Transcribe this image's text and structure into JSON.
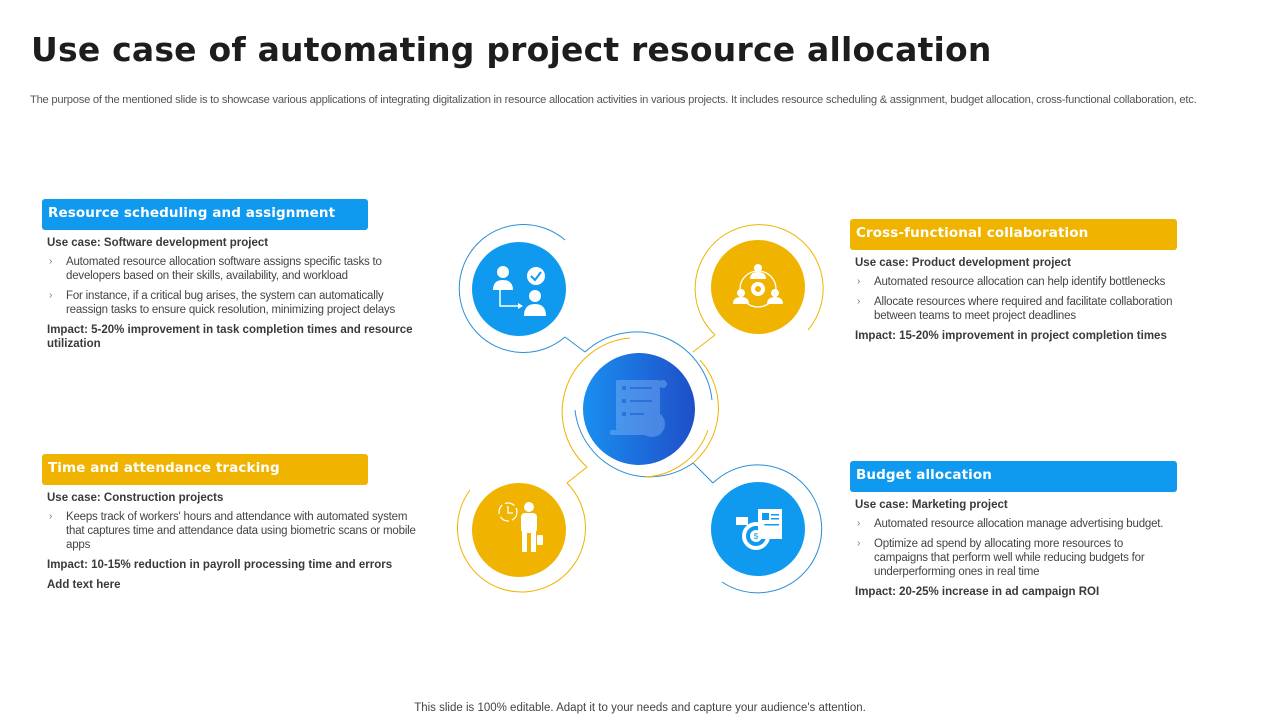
{
  "slide": {
    "title": "Use case of automating project resource allocation",
    "subtitle": "The purpose of the mentioned slide is to showcase various applications of integrating digitalization in resource allocation activities in various projects. It includes resource scheduling & assignment, budget allocation, cross-functional collaboration, etc.",
    "footer": "This slide is 100% editable. Adapt it to your needs and capture your audience's attention."
  },
  "colors": {
    "blue": "#0f9af0",
    "yellow": "#f0b400",
    "center_gradient_start": "#1a8ef0",
    "center_gradient_end": "#1f4fc8"
  },
  "cards": {
    "resource_scheduling": {
      "header": "Resource scheduling and assignment",
      "use_case": "Use case: Software development  project",
      "bullets": [
        "Automated resource allocation software assigns specific tasks to developers based on their skills, availability, and workload",
        " For instance, if a critical bug arises, the system can automatically reassign tasks to ensure quick resolution, minimizing project delays"
      ],
      "impact": "Impact: 5-20% improvement in task completion times and resource utilization",
      "icon": "user-assignment-icon"
    },
    "time_attendance": {
      "header": "Time and attendance tracking",
      "use_case": "Use case: Construction  projects",
      "bullets": [
        "Keeps track of workers' hours and attendance with automated system that captures time and attendance data using biometric scans or mobile apps"
      ],
      "impact": "Impact: 10-15% reduction in payroll processing time and errors",
      "extra": "Add  text here",
      "icon": "worker-clock-icon"
    },
    "cross_functional": {
      "header": "Cross-functional collaboration",
      "use_case": "Use case: Product development project",
      "bullets": [
        "Automated resource allocation can help identify bottlenecks",
        "Allocate resources where required and facilitate collaboration between teams to meet project deadlines"
      ],
      "impact": "Impact: 15-20% improvement in project completion times",
      "icon": "team-collaboration-gear-icon"
    },
    "budget_allocation": {
      "header": "Budget allocation",
      "use_case": "Use case: Marketing project",
      "bullets": [
        "Automated resource allocation manage advertising budget.",
        "Optimize ad spend by allocating more resources to campaigns that perform well while reducing budgets for underperforming ones in real time"
      ],
      "impact": "Impact: 20-25% increase in ad campaign ROI",
      "icon": "budget-report-icon"
    }
  },
  "center": {
    "icon": "schedule-document-clock-icon"
  },
  "bullet_glyph": "›"
}
